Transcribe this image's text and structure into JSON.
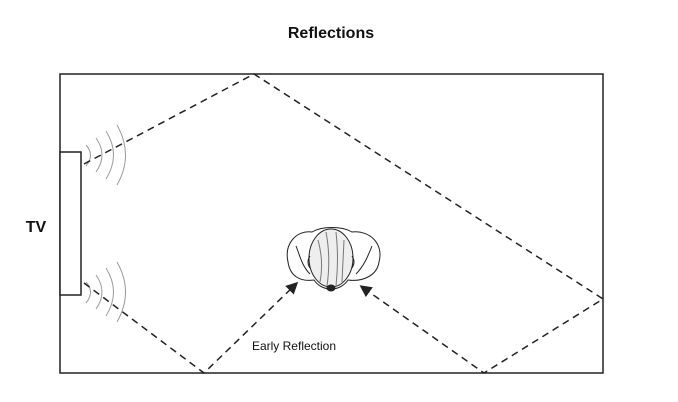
{
  "title": "Reflections",
  "tv_label": "TV",
  "early_reflection_label": "Early Reflection",
  "colors": {
    "line": "#222222",
    "background": "#ffffff",
    "text": "#111111",
    "sound_waves": "#9a9a9a"
  },
  "icons": {
    "listener": "listener-head-top-view-icon",
    "sound_waves": "sound-wave-arcs-icon",
    "arrow": "arrowhead-icon"
  }
}
